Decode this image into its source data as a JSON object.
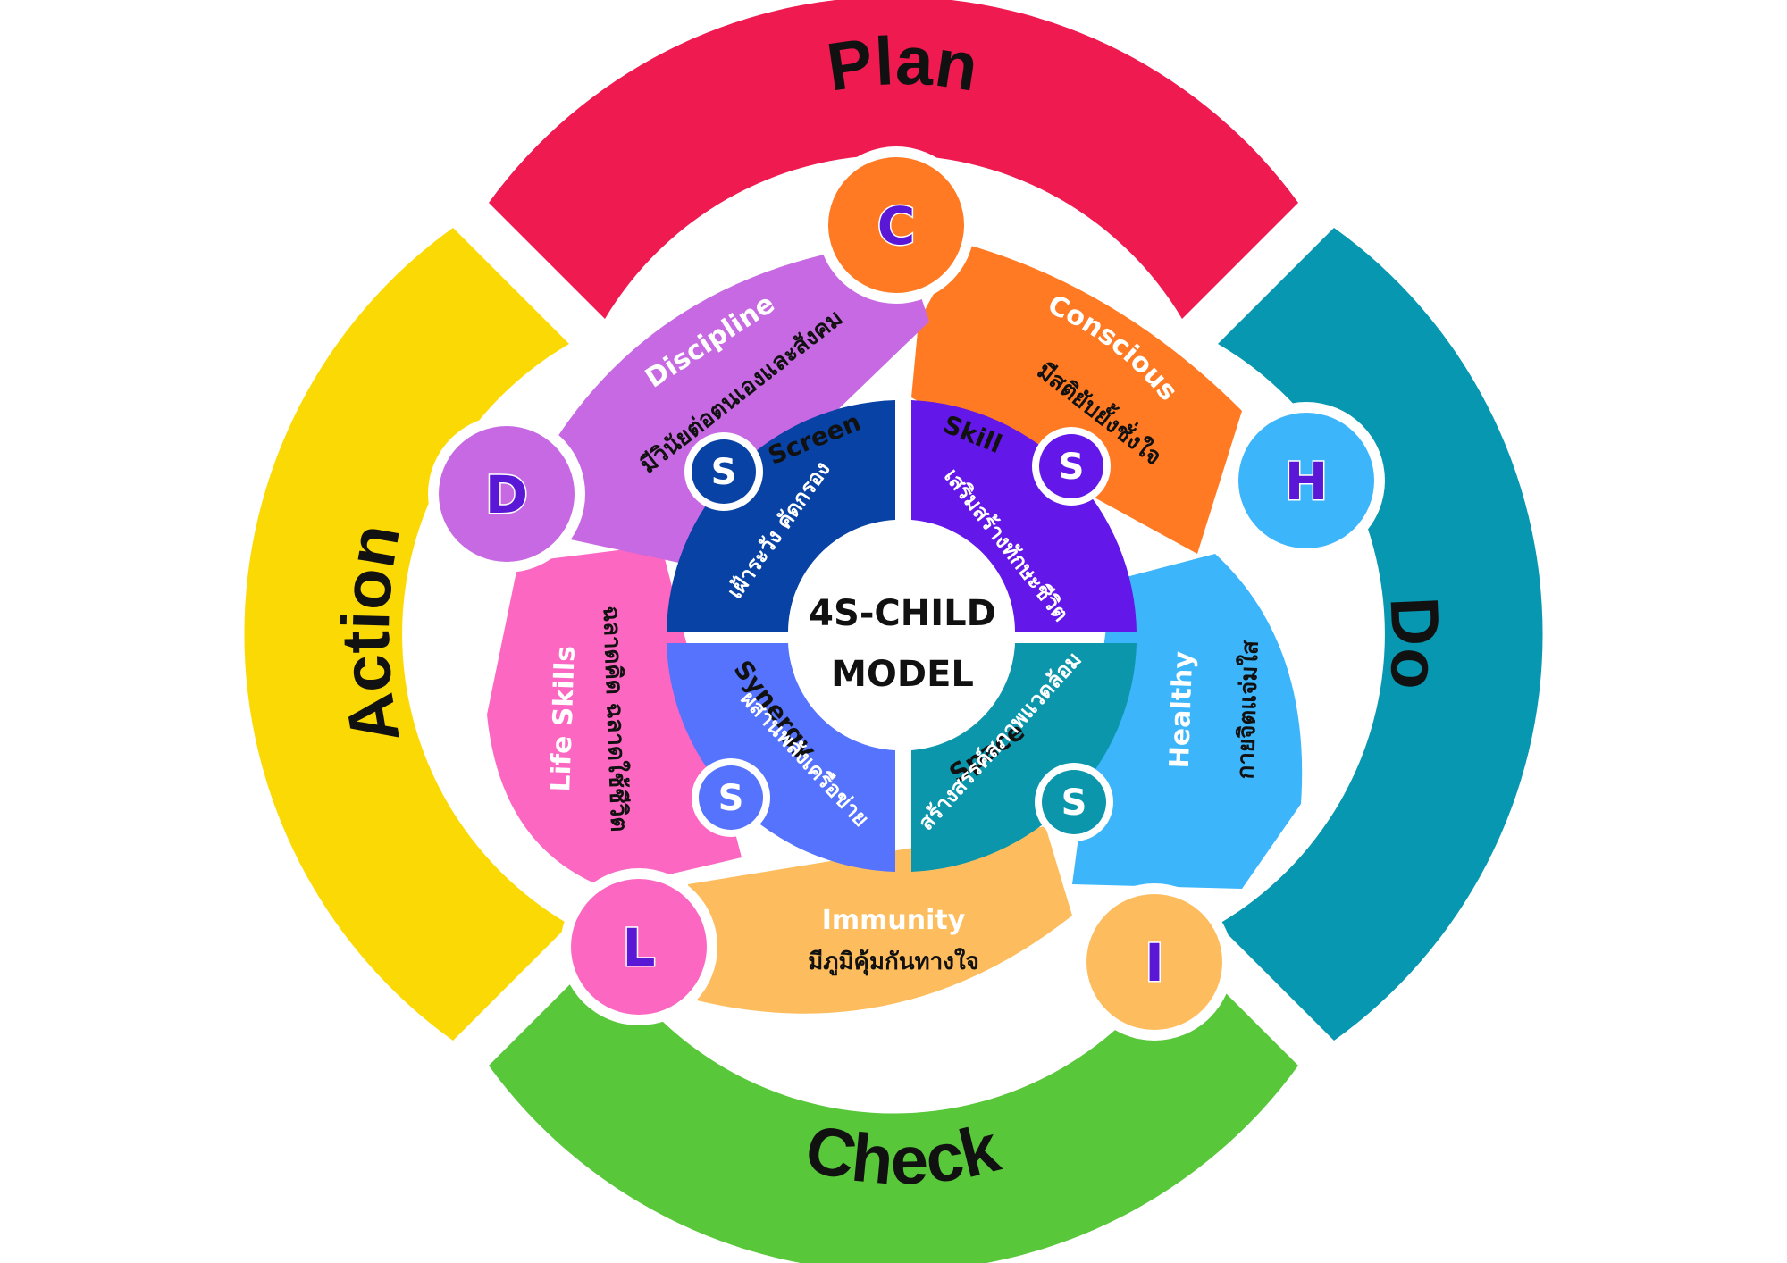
{
  "center": {
    "line1": "4S-CHILD",
    "line2": "MODEL"
  },
  "outer_ring": [
    {
      "label": "Plan",
      "color": "#ee1a50"
    },
    {
      "label": "Do",
      "color": "#0797b0"
    },
    {
      "label": "Check",
      "color": "#58c73a"
    },
    {
      "label": "Action",
      "color": "#fbd905"
    }
  ],
  "child_segments": [
    {
      "letter": "C",
      "title": "Conscious",
      "subtitle": "มีสติยับยั้งชั่งใจ",
      "color": "#ff7a22"
    },
    {
      "letter": "H",
      "title": "Healthy",
      "subtitle": "กายจิตแจ่มใส",
      "color": "#3db5fb"
    },
    {
      "letter": "I",
      "title": "Immunity",
      "subtitle": "มีภูมิคุ้มกันทางใจ",
      "color": "#fdbd5e"
    },
    {
      "letter": "L",
      "title": "Life Skills",
      "subtitle": "ฉลาดคิด ฉลาดใช้ชีวิต",
      "color": "#fc67c2"
    },
    {
      "letter": "D",
      "title": "Discipline",
      "subtitle": "มีวินัยต่อตนเองและสังคม",
      "color": "#c669e2"
    }
  ],
  "s_quadrants": [
    {
      "letter": "S",
      "title": "Skill",
      "subtitle": "เสริมสร้างทักษะชีวิต",
      "color": "#6317e8"
    },
    {
      "letter": "S",
      "title": "Space",
      "subtitle": "สร้างสรรค์สภาพแวดล้อม",
      "color": "#0c96ab"
    },
    {
      "letter": "S",
      "title": "Synergy",
      "subtitle": "ผสานพลังเครือข่าย",
      "color": "#5573fd"
    },
    {
      "letter": "S",
      "title": "Screen",
      "subtitle": "เฝ้าระวัง คัดกรอง",
      "color": "#0842a4"
    }
  ]
}
